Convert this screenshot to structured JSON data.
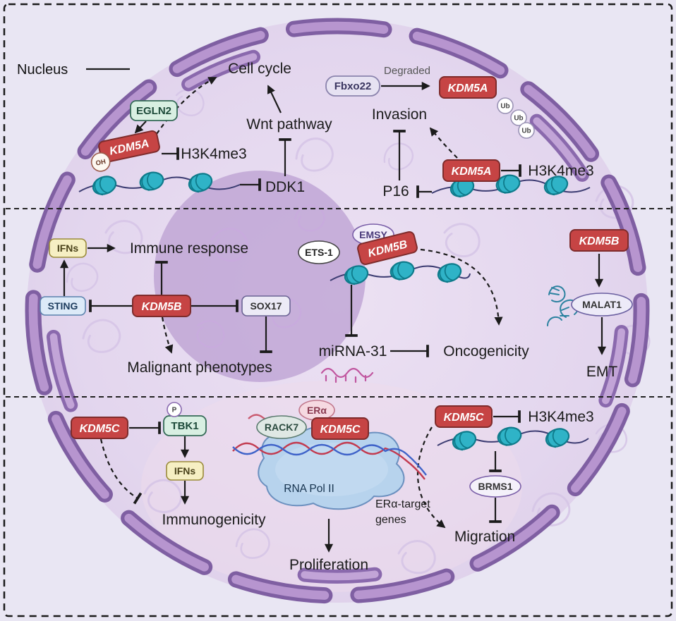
{
  "labels": {
    "nucleus": "Nucleus"
  },
  "top": {
    "egln2": "EGLN2",
    "kdm5a": "KDM5A",
    "oh": "OH",
    "h3k4me3": "H3K4me3",
    "cell_cycle": "Cell cycle",
    "wnt_pathway": "Wnt pathway",
    "ddk1": "DDK1",
    "fbxo22": "Fbxo22",
    "degraded": "Degraded",
    "ub": "Ub",
    "invasion": "Invasion",
    "p16": "P16"
  },
  "middle": {
    "ifns": "IFNs",
    "immune_response": "Immune response",
    "sting": "STING",
    "kdm5b": "KDM5B",
    "sox17": "SOX17",
    "malignant_phenotypes": "Malignant phenotypes",
    "ets1": "ETS-1",
    "emsy": "EMSY",
    "mirna31": "miRNA-31",
    "oncogenicity": "Oncogenicity",
    "malat1": "MALAT1",
    "emt": "EMT"
  },
  "bottom": {
    "kdm5c": "KDM5C",
    "tbk1": "TBK1",
    "phospho": "P",
    "ifns": "IFNs",
    "immunogenicity": "Immunogenicity",
    "rack7": "RACK7",
    "er_alpha": "ERα",
    "rna_pol_ii": "RNA Pol II",
    "era_target_line1": "ERα-target",
    "era_target_line2": "genes",
    "proliferation": "Proliferation",
    "h3k4me3": "H3K4me3",
    "brms1": "BRMS1",
    "migration": "Migration"
  },
  "colors": {
    "kdm_box_fill": "#c64444",
    "kdm_box_border": "#7e2c2c",
    "membrane": "#8565a8",
    "cell_fill": "#e4d8ee",
    "nucleolus": "#bb9fd2",
    "nucleosome": "#2fb3c7",
    "background": "#e9e6f3"
  }
}
